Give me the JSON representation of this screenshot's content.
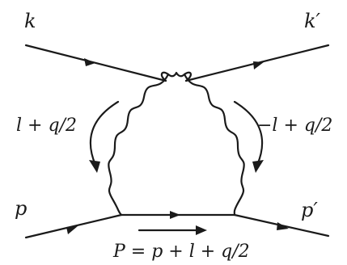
{
  "diagram": {
    "labels": {
      "k": "k",
      "k_prime": "k′",
      "p": "p",
      "p_prime": "p′",
      "left_momentum": "l + q/2",
      "right_momentum": "−l + q/2",
      "momentum_P": "P = p + l + q/2"
    }
  }
}
